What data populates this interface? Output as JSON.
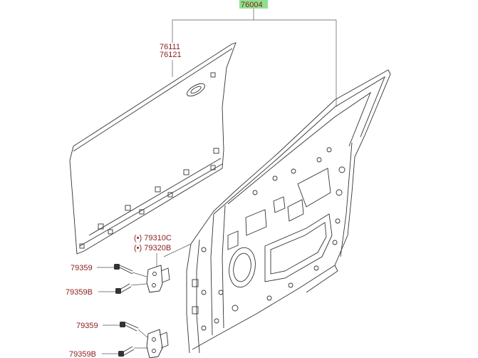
{
  "callouts": {
    "assembly": "76004",
    "outer_panel_a": "76111",
    "outer_panel_b": "76121",
    "hinge_upper_a": "(•) 79310C",
    "hinge_upper_b": "(•) 79320B",
    "bolt_1": "79359",
    "bolt_2": "79359B",
    "bolt_3": "79359",
    "bolt_4": "79359B"
  },
  "colors": {
    "label_text": "#8b1d1d",
    "assembly_highlight": "#8fe08f",
    "line_art": "#333333"
  }
}
